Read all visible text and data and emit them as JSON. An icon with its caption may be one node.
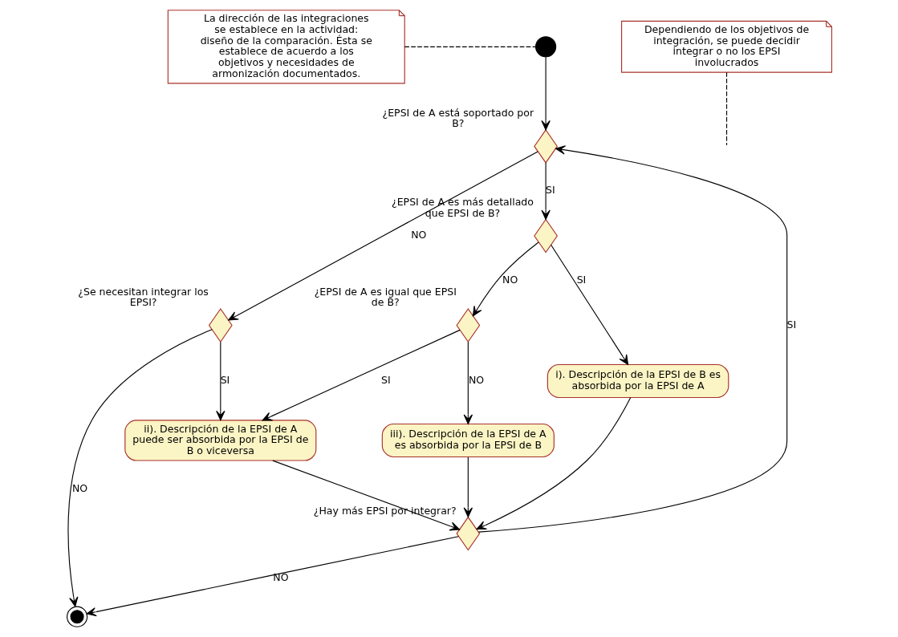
{
  "diagram": {
    "nodes": [
      {
        "text": [],
        "shape": "circle"
      },
      {
        "text": [
          "La dirección de las integraciones se establece en la actividad: diseño de la comparación. Ésta se establece de acuerdo a los objetivos y necesidades de armonización documentados."
        ]
      },
      {
        "text": [
          "Dependiendo de los objetivos de integración, se puede decidir integrar o no los EPSI involucrados"
        ]
      },
      {
        "text": [],
        "shape": "diamond",
        "beside": [
          "¿EPSI de A está soportado por B?"
        ]
      },
      {
        "text": [],
        "shape": "diamond",
        "beside": [
          "¿EPSI de A es más detallado que EPSI de B?"
        ]
      },
      {
        "text": [
          "i). Descripción de la EPSI de B es absorbida por la EPSI de A"
        ]
      },
      {
        "text": [],
        "shape": "diamond",
        "beside": [
          "¿EPSI de A es igual que EPSI de B?"
        ]
      },
      {
        "text": [
          "iii). Descripción de la EPSI de A es absorbida por la EPSI de B"
        ]
      },
      {
        "text": [],
        "shape": "diamond",
        "beside": [
          "¿Se necesitan integrar los EPSI?"
        ]
      },
      {
        "text": [
          "ii). Descripción de la EPSI de A puede ser absorbida por la EPSI de B o viceversa"
        ]
      },
      {
        "text": [],
        "shape": "diamond",
        "beside": [
          "¿Hay más EPSI por integrar?"
        ]
      },
      {
        "text": [],
        "shape": "circle"
      }
    ],
    "edges": [
      {
        "from": 0,
        "to": 3,
        "arrow": "to"
      },
      {
        "from": 1,
        "to": 0,
        "arrow": "none",
        "style": "dashed"
      },
      {
        "from": 2,
        "to": null,
        "arrow": "none",
        "style": "dashed"
      },
      {
        "from": 3,
        "to": 4,
        "arrow": "to",
        "label": "SI"
      },
      {
        "from": 3,
        "to": 8,
        "arrow": "to",
        "label": "NO"
      },
      {
        "from": 4,
        "to": 5,
        "arrow": "to",
        "label": "SI"
      },
      {
        "from": 4,
        "to": 6,
        "arrow": "to",
        "label": "NO"
      },
      {
        "from": 6,
        "to": 7,
        "arrow": "to",
        "label": "NO"
      },
      {
        "from": 6,
        "to": 9,
        "arrow": "to",
        "label": "SI"
      },
      {
        "from": 8,
        "to": 9,
        "arrow": "to",
        "label": "SI"
      },
      {
        "from": 8,
        "to": 11,
        "arrow": "to",
        "label": "NO"
      },
      {
        "from": 5,
        "to": 10,
        "arrow": "to"
      },
      {
        "from": 7,
        "to": 10,
        "arrow": "to"
      },
      {
        "from": 9,
        "to": 10,
        "arrow": "to"
      },
      {
        "from": 10,
        "to": 3,
        "arrow": "to",
        "label": "SI"
      },
      {
        "from": 10,
        "to": 11,
        "arrow": "to",
        "label": "NO"
      }
    ]
  }
}
